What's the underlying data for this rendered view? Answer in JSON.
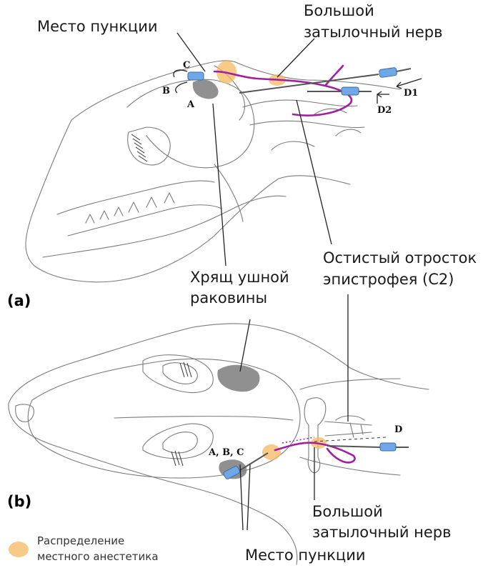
{
  "panel_a": {
    "tag": "(a)",
    "label_puncture": "Место пункции",
    "label_nerve_line1": "Большой",
    "label_nerve_line2": "затылочный нерв",
    "label_spinous_line1": "Остистый отросток",
    "label_spinous_line2": "эпистрофея (C2)",
    "label_cartilage_line1": "Хрящ ушной",
    "label_cartilage_line2": "раковины",
    "mark_a": "A",
    "mark_b": "B",
    "mark_c": "C",
    "mark_d1": "D1",
    "mark_d2": "D2"
  },
  "panel_b": {
    "tag": "(b)",
    "mark_abc": "A, B, C",
    "mark_d": "D",
    "label_nerve_line1": "Большой",
    "label_nerve_line2": "затылочный нерв",
    "label_puncture": "Место пункции"
  },
  "legend": {
    "line1": "Распределение",
    "line2": "местного анестетика",
    "swatch_color": "#f5b860"
  },
  "colors": {
    "nerve": "#a020a0",
    "syringe": "#6fa8e6",
    "shading": "#7d7d7d"
  }
}
